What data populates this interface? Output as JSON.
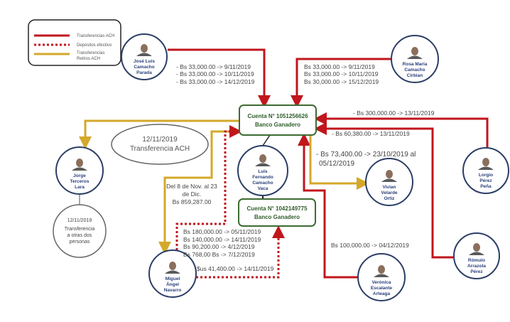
{
  "legend": {
    "ach": "Transferencias ACH",
    "cash": "Depósitos efectivo",
    "retiros_line1": "Transferencias",
    "retiros_line2": "Retiros ACH"
  },
  "colors": {
    "ach": "#c0161c",
    "retiros": "#d4a82a",
    "account_border": "#3d6b32",
    "person_border": "#2c3e66"
  },
  "accounts": [
    {
      "line1": "Cuenta N° 1051256626",
      "line2": "Banco Ganadero"
    },
    {
      "line1": "Cuenta N° 1042149775",
      "line2": "Banco Ganadero"
    }
  ],
  "people": {
    "jose": [
      "José Luis",
      "Camacho",
      "Parada"
    ],
    "rosa": [
      "Rosa María",
      "Camacho",
      "Cirbian"
    ],
    "jorge": [
      "Jorge",
      "Terceros",
      "Lara"
    ],
    "luis": [
      "Luis",
      "Fernando",
      "Camacho",
      "Vaca"
    ],
    "vivian": [
      "Vivian",
      "Velarde",
      "Ortiz"
    ],
    "lorgio": [
      "Lorgio",
      "Pérez",
      "Peña"
    ],
    "miguel": [
      "Miguel",
      "Ángel",
      "Navarro"
    ],
    "veronica": [
      "Verónica",
      "Escalante",
      "Arteaga"
    ],
    "romulo": [
      "Rómulo",
      "Arrazola",
      "Pérez"
    ]
  },
  "notes": {
    "oval": [
      "12/11/2019",
      "Transferencia ACH"
    ],
    "circle": [
      "12/11/2019",
      "Transferencia",
      "a otras dos",
      "personas"
    ]
  },
  "amounts": {
    "jose": [
      "-   Bs 33,000.00  -> 9/11/2019",
      "-   Bs 33,000.00  -> 10/11/2019",
      "-   Bs 33,000.00  -> 14/12/2019"
    ],
    "rosa": [
      "Bs 33,000.00  -> 9/11/2019",
      "Bs 33,000.00  -> 10/11/2019",
      "Bs 30,000.00   -> 15/12/2019"
    ],
    "lorgio": "-   Bs 300,000.00  -> 13/11/2019",
    "romulo": "-   Bs 60,380.00  -> 13/11/2019",
    "vivian": [
      "-   Bs 73,400.00  -> 23/10/2019 al",
      "05/12/2019"
    ],
    "miguel_retiro": [
      "Del 8 de Nov. al 23",
      "de Dic.",
      "Bs 859,287.00"
    ],
    "miguel_cash": [
      "Bs 180,000.00  -> 05/11/2019",
      "Bs 140,000.00  -> 14/11/2019",
      "Bs 90,200.00    -> 4/12/2019",
      "Bs 768,00 Bs    -> 7/12/2019"
    ],
    "miguel_usd": "$us 41,400.00   -> 14/11/2019",
    "veronica": "Bs 100,000.00  -> 04/12/2019"
  }
}
